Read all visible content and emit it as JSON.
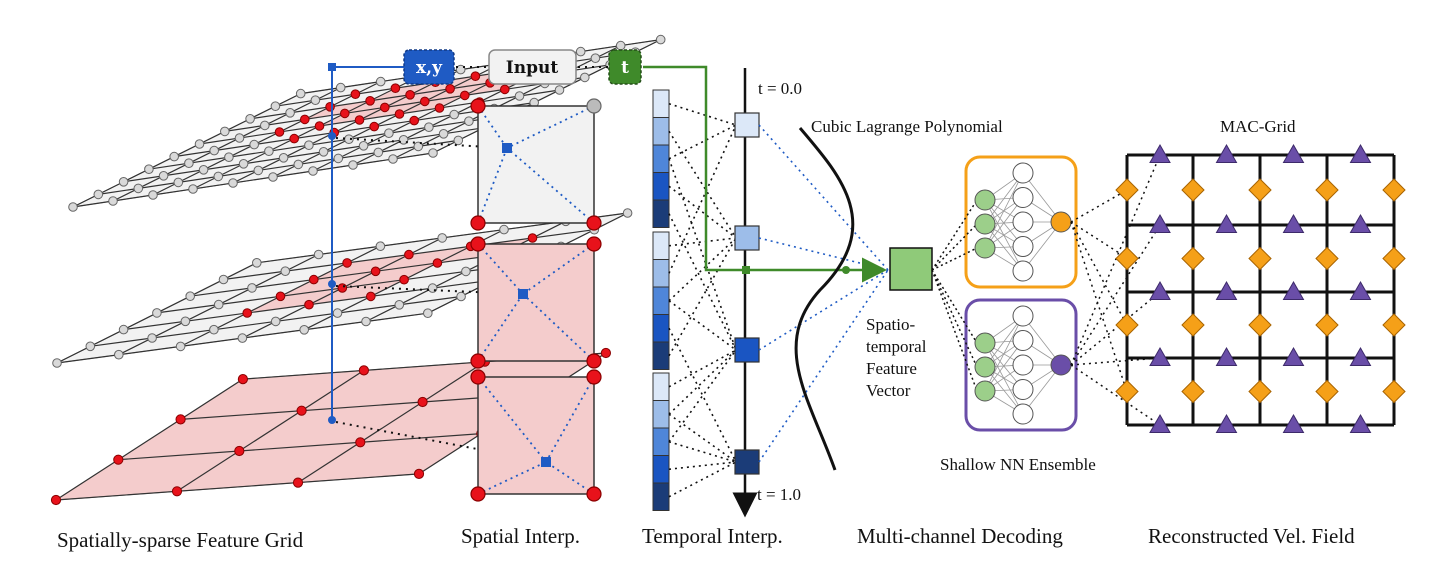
{
  "inputs": {
    "xy_label": "x,y",
    "input_label": "Input",
    "t_label": "t"
  },
  "temporal": {
    "t_start": "t = 0.0",
    "t_end": "t = 1.0"
  },
  "labels": {
    "cubic_lagrange": "Cubic Lagrange Polynomial",
    "feature_vector": [
      "Spatio-",
      "temporal",
      "Feature",
      "Vector"
    ],
    "ensemble": "Shallow NN Ensemble",
    "mac_grid": "MAC-Grid"
  },
  "captions": {
    "feature_grid": "Spatially-sparse Feature Grid",
    "spatial_interp": "Spatial Interp.",
    "temporal_interp": "Temporal Interp.",
    "decoding": "Multi-channel Decoding",
    "reconstructed": "Reconstructed  Vel. Field"
  },
  "colors": {
    "xy_blue": "#1f5bc4",
    "t_green": "#3f8a2a",
    "red_node": "#e8121b",
    "pink_fill": "#f4cccc",
    "gray_fill": "#f2f2f2",
    "orange": "#f5a018",
    "purple": "#6a4ea8",
    "green_node": "#9ccf8a",
    "feature_vec": "#8fca79",
    "blue_shades": [
      "#dce8f8",
      "#9dbde9",
      "#4f86d9",
      "#1a55c2",
      "#1b3c78"
    ]
  }
}
